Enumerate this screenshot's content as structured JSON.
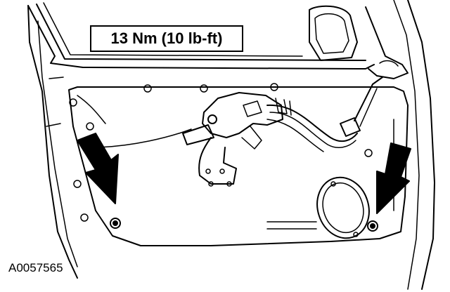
{
  "diagram": {
    "torque_label": "13 Nm (10 lb-ft)",
    "figure_id": "A0057565",
    "line_color": "#000000",
    "background_color": "#ffffff",
    "arrows": [
      {
        "name": "left-arrow-to-fastener",
        "direction": "down-right"
      },
      {
        "name": "right-arrow-to-fastener",
        "direction": "down-left"
      }
    ],
    "icons": [
      "pointer-arrow-icon",
      "fastener-icon",
      "speaker-icon",
      "wiring-harness-icon"
    ]
  }
}
